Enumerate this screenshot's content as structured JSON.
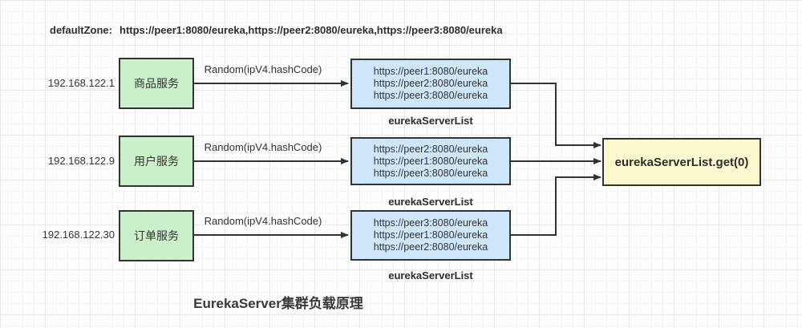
{
  "header": {
    "default_zone_label": "defaultZone:",
    "default_zone_value": "https://peer1:8080/eureka,https://peer2:8080/eureka,https://peer3:8080/eureka"
  },
  "rows": [
    {
      "ip": "192.168.122.1",
      "service": "商品服务",
      "arrow_label": "Random(ipV4.hashCode)",
      "server_list": [
        "https://peer1:8080/eureka",
        "https://peer2:8080/eureka",
        "https://peer3:8080/eureka"
      ],
      "list_label": "eurekaServerList"
    },
    {
      "ip": "192.168.122.9",
      "service": "用户服务",
      "arrow_label": "Random(ipV4.hashCode)",
      "server_list": [
        "https://peer2:8080/eureka",
        "https://peer1:8080/eureka",
        "https://peer3:8080/eureka"
      ],
      "list_label": "eurekaServerList"
    },
    {
      "ip": "192.168.122.30",
      "service": "订单服务",
      "arrow_label": "Random(ipV4.hashCode)",
      "server_list": [
        "https://peer3:8080/eureka",
        "https://peer1:8080/eureka",
        "https://peer2:8080/eureka"
      ],
      "list_label": "eurekaServerList"
    }
  ],
  "result_box": {
    "label": "eurekaServerList.get(0)"
  },
  "title": "EurekaServer集群负载原理",
  "colors": {
    "service_fill": "#c9f0c9",
    "server_list_fill": "#cde6fa",
    "result_fill": "#fcf8cd",
    "line": "#333333",
    "text": "#333333"
  }
}
